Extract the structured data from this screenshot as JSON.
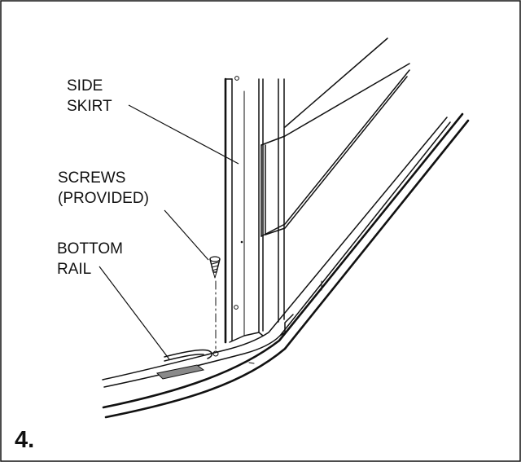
{
  "labels": {
    "side_skirt_line1": "SIDE",
    "side_skirt_line2": "SKIRT",
    "screws_line1": "SCREWS",
    "screws_line2": "(PROVIDED)",
    "bottom_rail_line1": "BOTTOM",
    "bottom_rail_line2": "RAIL"
  },
  "step_number": "4."
}
